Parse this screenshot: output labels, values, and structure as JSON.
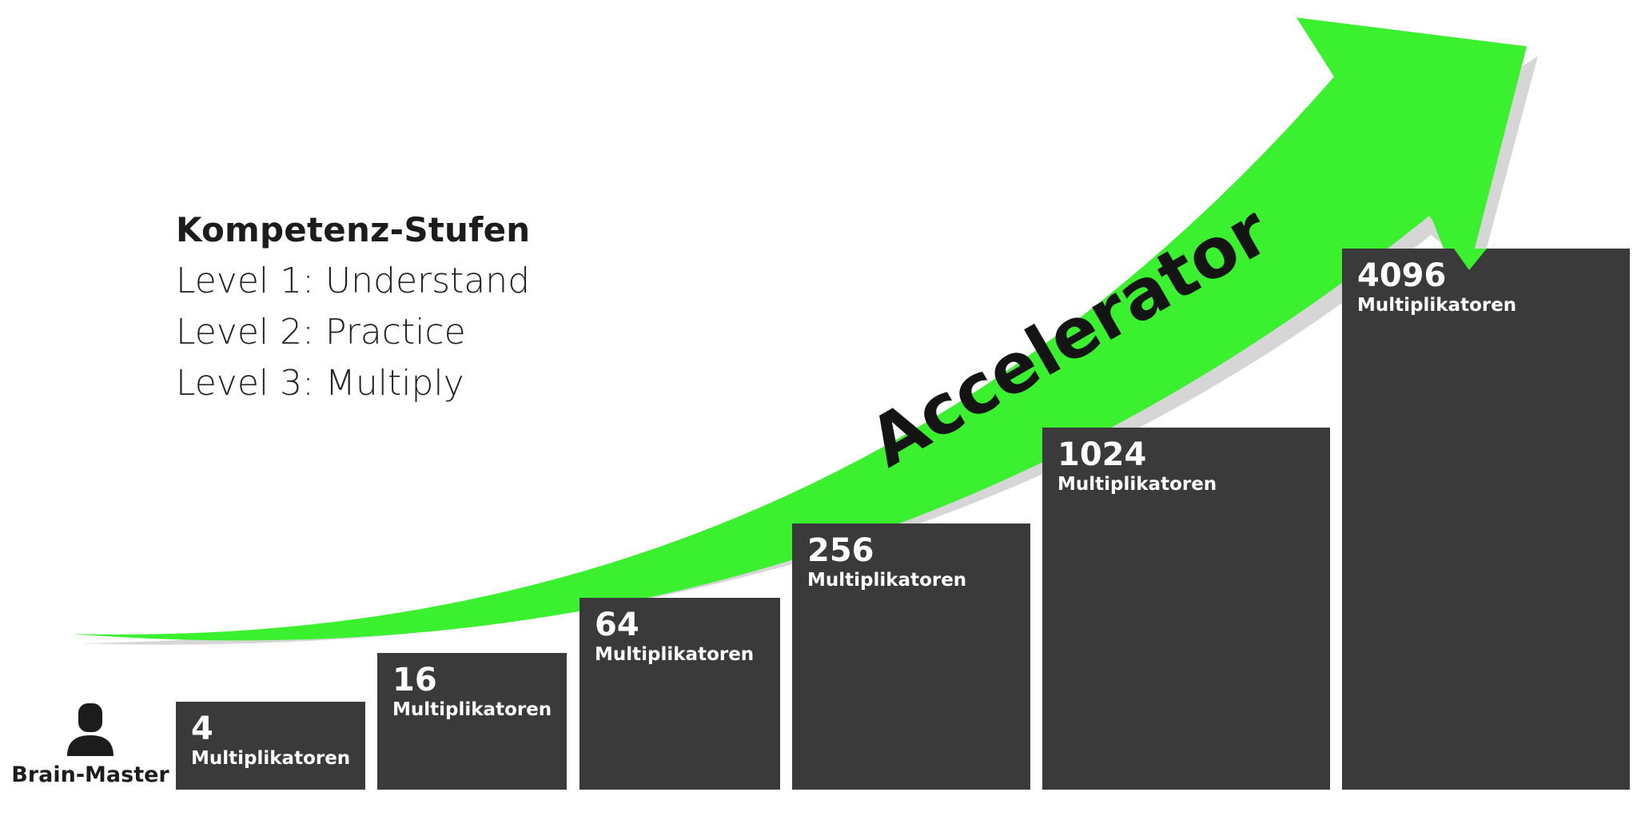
{
  "diagram": {
    "accent_color": "#3bf02e",
    "bar_color": "#3a3a3a",
    "arrow": {
      "label": "Accelerator"
    },
    "legend": {
      "title": "Kompetenz-Stufen",
      "items": [
        "Level 1: Understand",
        "Level 2: Practice",
        "Level 3: Multiply"
      ]
    },
    "origin": {
      "icon": "person-icon",
      "label": "Brain-Master"
    },
    "steps": [
      {
        "value": "4",
        "unit": "Multiplikatoren"
      },
      {
        "value": "16",
        "unit": "Multiplikatoren"
      },
      {
        "value": "64",
        "unit": "Multiplikatoren"
      },
      {
        "value": "256",
        "unit": "Multiplikatoren"
      },
      {
        "value": "1024",
        "unit": "Multiplikatoren"
      },
      {
        "value": "4096",
        "unit": "Multiplikatoren"
      }
    ]
  }
}
